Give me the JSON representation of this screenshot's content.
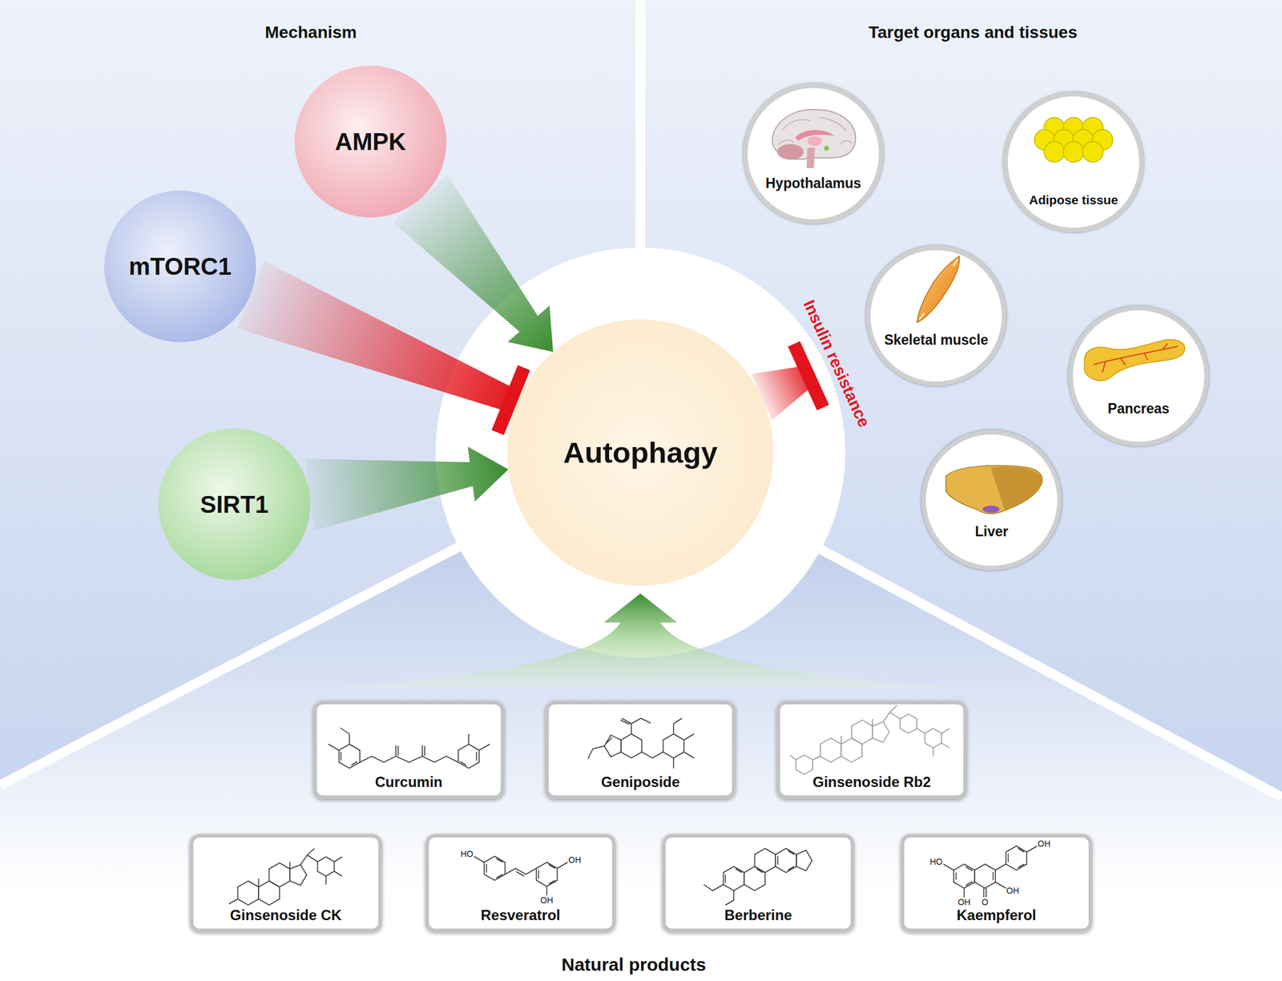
{
  "diagram": {
    "nodes": [
      {
        "text": [
          "AMPK"
        ]
      },
      {
        "text": [
          "mTORC1"
        ]
      },
      {
        "text": [
          "SIRT1"
        ]
      },
      {
        "text": [
          "Autophagy"
        ]
      },
      {
        "text": [
          "Hypothalamus"
        ]
      },
      {
        "text": [
          "Adipose tissue"
        ]
      },
      {
        "text": [
          "Skeletal muscle"
        ]
      },
      {
        "text": [
          "Pancreas"
        ]
      },
      {
        "text": [
          "Liver"
        ]
      },
      {
        "text": [
          "Curcumin"
        ]
      },
      {
        "text": [
          "Geniposide"
        ]
      },
      {
        "text": [
          "Ginsenoside Rb2"
        ]
      },
      {
        "text": [
          "Ginsenoside CK"
        ]
      },
      {
        "text": [
          "Resveratrol"
        ]
      },
      {
        "text": [
          "Berberine"
        ]
      },
      {
        "text": [
          "Kaempferol"
        ]
      }
    ],
    "edges": [
      {
        "from": 0,
        "to": 3,
        "arrow": "to"
      },
      {
        "from": 1,
        "to": 3,
        "arrow": "to"
      },
      {
        "from": 2,
        "to": 3,
        "arrow": "to"
      }
    ],
    "labels": [
      "Mechanism",
      "Target organs and tissues",
      "Insulin resistance",
      "HO",
      "OH",
      "OH",
      "HO",
      "OH",
      "OH",
      "OH",
      "O",
      "Natural products"
    ]
  }
}
